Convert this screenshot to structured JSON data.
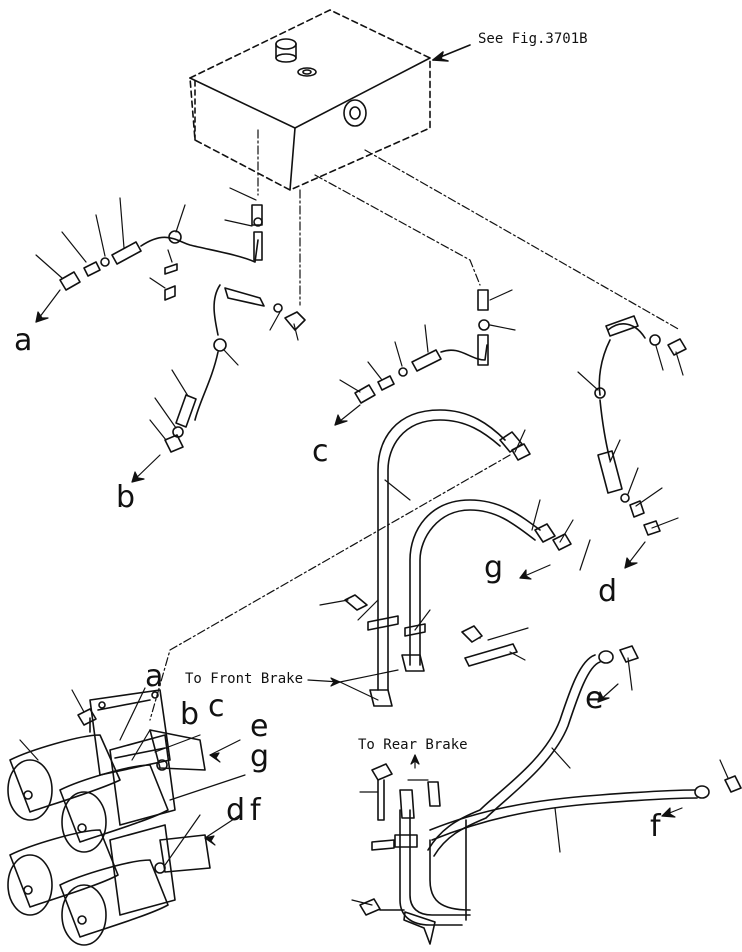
{
  "notes": {
    "see_fig": "See Fig.3701B",
    "front_brake": "To Front Brake",
    "rear_brake": "To Rear Brake"
  },
  "letters": {
    "a": "a",
    "b": "b",
    "c": "c",
    "d": "d",
    "e": "e",
    "f": "f",
    "g": "g"
  },
  "colors": {
    "ink": "#111111",
    "paper": "#ffffff"
  }
}
